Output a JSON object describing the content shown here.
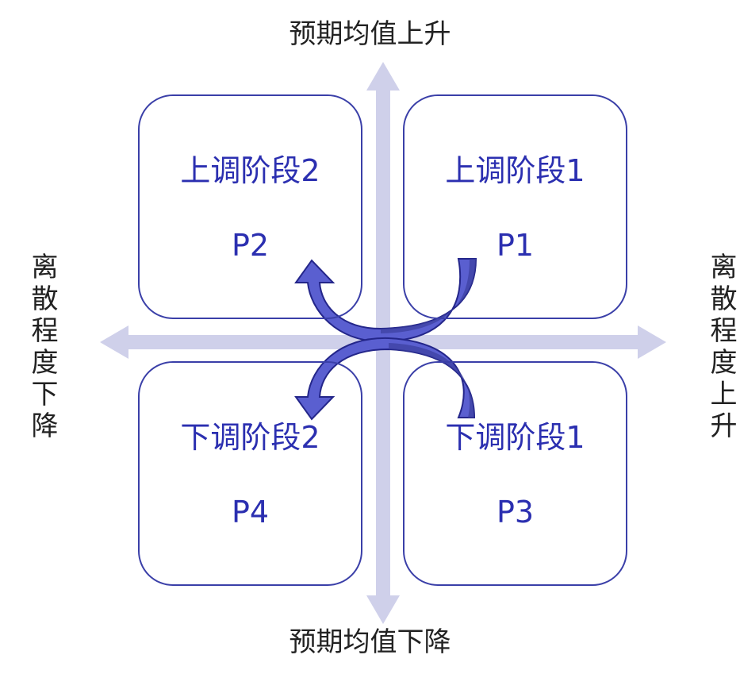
{
  "axes": {
    "top": "预期均值上升",
    "bottom": "预期均值下降",
    "left": "离散程度下降",
    "right": "离散程度上升"
  },
  "quadrants": {
    "top_left": {
      "title": "上调阶段2",
      "code": "P2"
    },
    "top_right": {
      "title": "上调阶段1",
      "code": "P1"
    },
    "bottom_left": {
      "title": "下调阶段2",
      "code": "P4"
    },
    "bottom_right": {
      "title": "下调阶段1",
      "code": "P3"
    }
  },
  "colors": {
    "axis": "#cfd0ea",
    "box_border": "#3a3fa8",
    "quadrant_text": "#2b2fb0",
    "arrow_fill": "#5a5fd0",
    "arrow_stroke": "#24268a",
    "arrow_dark": "#3b3e9e"
  }
}
